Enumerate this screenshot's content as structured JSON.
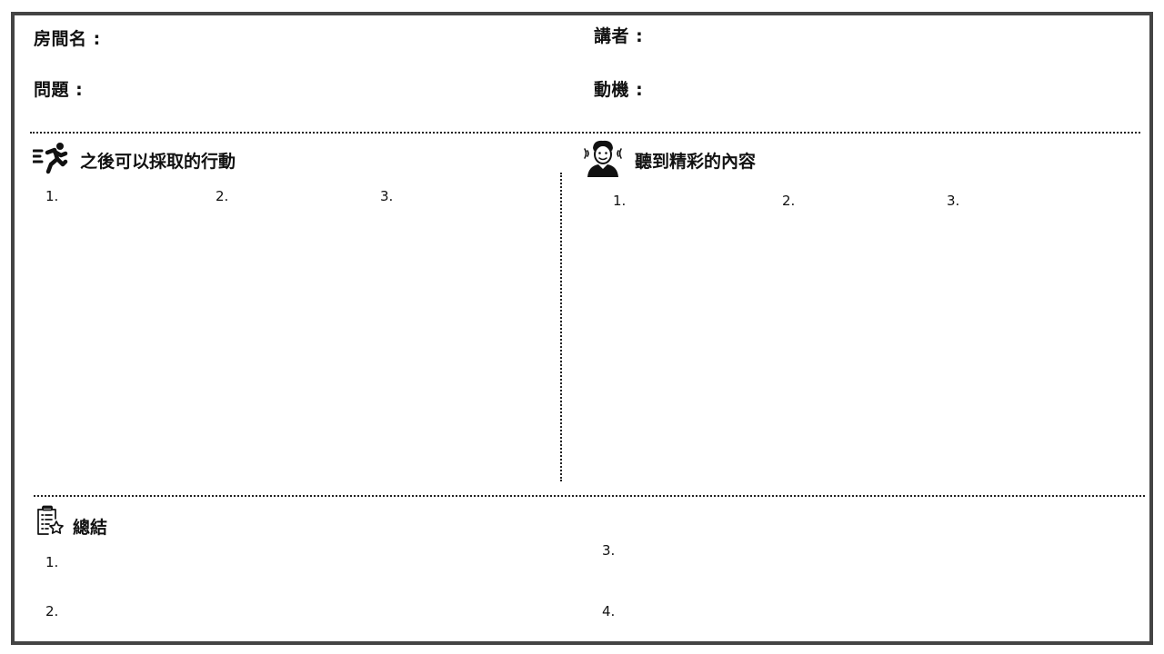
{
  "header": {
    "room_label": "房間名 :",
    "speaker_label": "講者 :",
    "question_label": "問題 :",
    "motivation_label": "動機 :"
  },
  "actions": {
    "title": "之後可以採取的行動",
    "icon": "running-person-icon",
    "items": [
      "1.",
      "2.",
      "3."
    ]
  },
  "highlights": {
    "title": "聽到精彩的內容",
    "icon": "listening-person-icon",
    "items": [
      "1.",
      "2.",
      "3."
    ]
  },
  "summary": {
    "title": "總結",
    "icon": "clipboard-checklist-icon",
    "items": [
      "1.",
      "2.",
      "3.",
      "4."
    ]
  }
}
